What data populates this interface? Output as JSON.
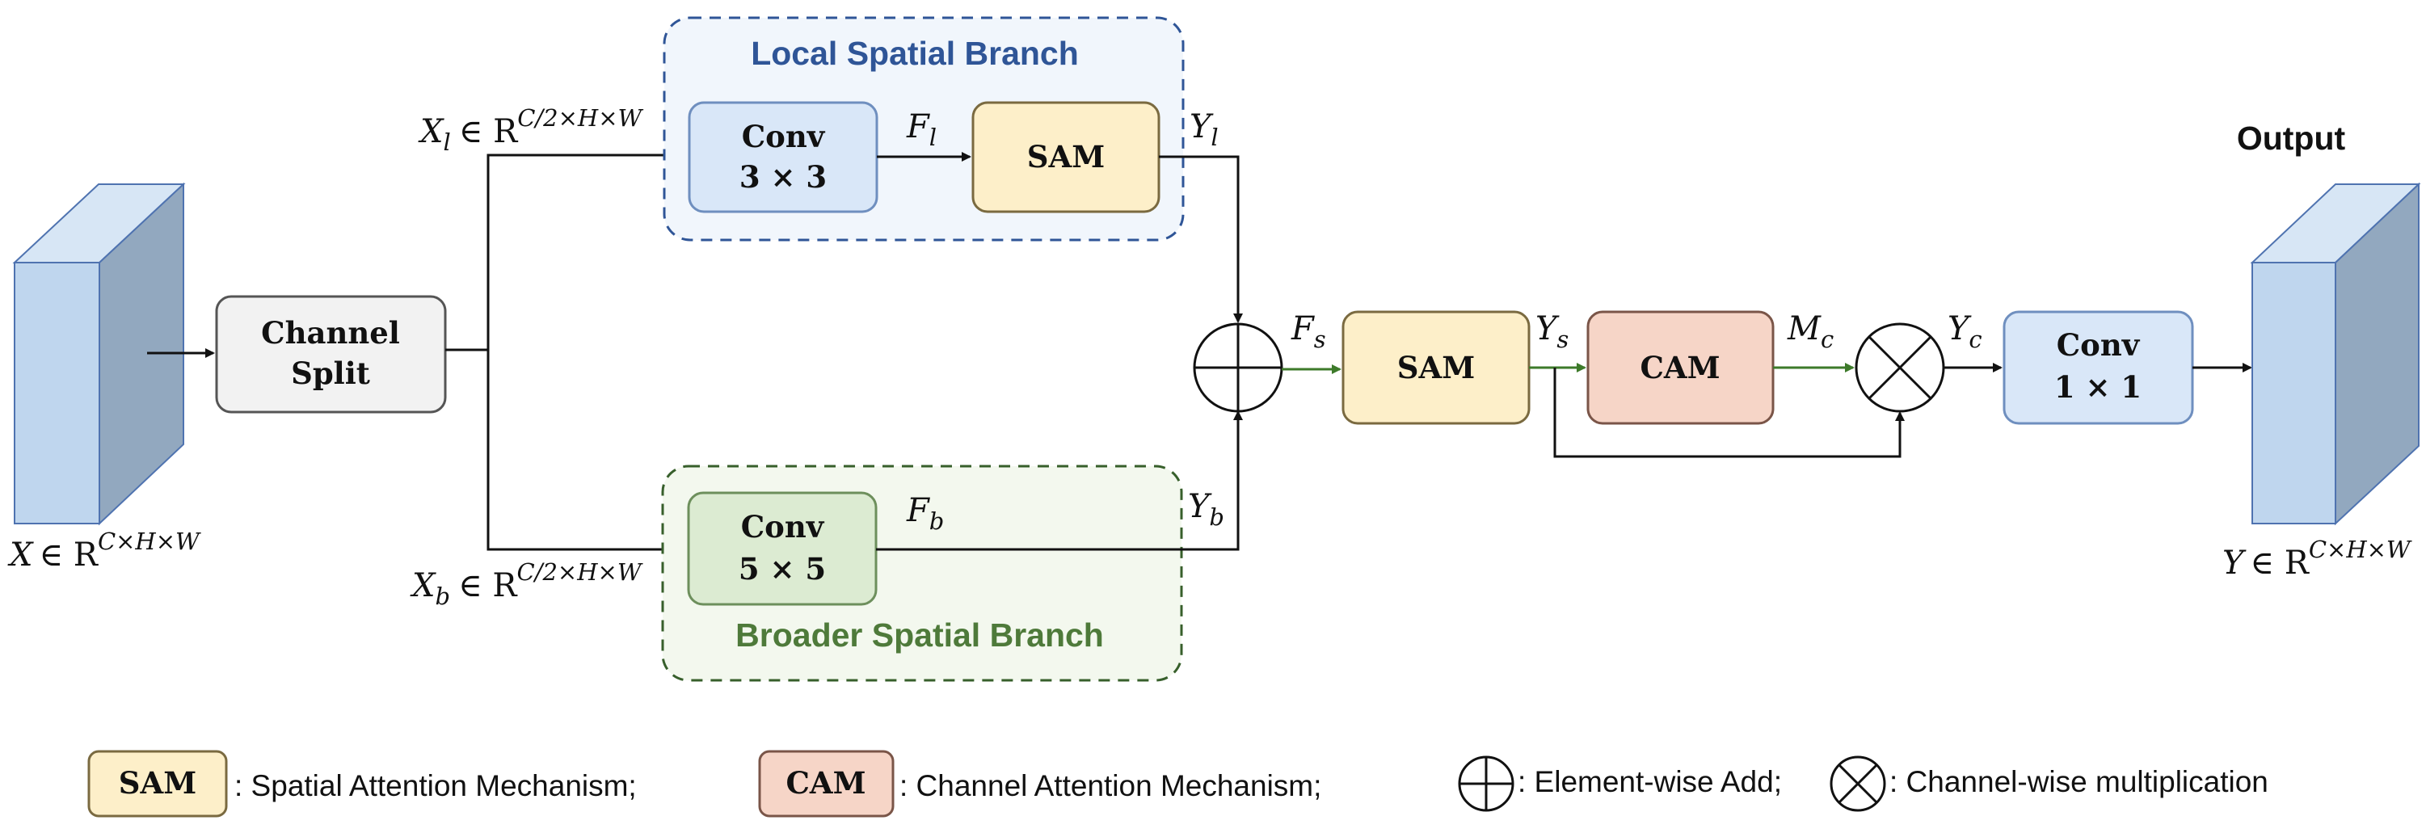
{
  "colors": {
    "cube_front": "#bfd6ee",
    "cube_side": "#92a8bf",
    "cube_top": "#d7e6f5",
    "cube_edge": "#4f73b0",
    "local_branch_border": "#2f5597",
    "local_branch_fill": "#f1f6fc",
    "local_branch_title": "#2f5597",
    "broader_branch_border": "#375f2b",
    "broader_branch_fill": "#f3f8ee",
    "broader_branch_title": "#4e7a3a",
    "conv_blue_fill": "#d9e7f8",
    "conv_blue_border": "#6f8fbf",
    "conv_green_fill": "#dcebd2",
    "conv_green_border": "#6d8f5c",
    "sam_fill": "#fdefc9",
    "sam_border": "#7a6a40",
    "cam_fill": "#f6d5c7",
    "cam_border": "#7a5548",
    "split_fill": "#f2f2f2",
    "split_border": "#555555",
    "arrow_black": "#111111",
    "arrow_green": "#3d7a2a"
  },
  "input": {
    "label_main": "X",
    "label_in": "∈ R",
    "label_sup": "C×H×W"
  },
  "output": {
    "title": "Output",
    "label_main": "Y",
    "label_in": "∈ R",
    "label_sup": "C×H×W"
  },
  "channel_split": {
    "line1": "Channel",
    "line2": "Split"
  },
  "local_branch": {
    "title": "Local Spatial Branch",
    "input_main": "X",
    "input_sub": "l",
    "input_in": "∈ R",
    "input_sup": "C/2×H×W",
    "conv_line1": "Conv",
    "conv_line2": "3 × 3",
    "feature_main": "F",
    "feature_sub": "l",
    "sam_label": "SAM",
    "output_main": "Y",
    "output_sub": "l"
  },
  "broader_branch": {
    "title": "Broader Spatial Branch",
    "input_main": "X",
    "input_sub": "b",
    "input_in": "∈ R",
    "input_sup": "C/2×H×W",
    "conv_line1": "Conv",
    "conv_line2": "5 × 5",
    "feature_main": "F",
    "feature_sub": "b",
    "output_main": "Y",
    "output_sub": "b"
  },
  "fusion": {
    "fs_main": "F",
    "fs_sub": "s",
    "sam_label": "SAM",
    "ys_main": "Y",
    "ys_sub": "s",
    "cam_label": "CAM",
    "mc_main": "M",
    "mc_sub": "c",
    "yc_main": "Y",
    "yc_sub": "c",
    "conv_line1": "Conv",
    "conv_line2": "1 × 1"
  },
  "legend": {
    "sam_key": "SAM",
    "sam_text": ": Spatial Attention Mechanism;",
    "cam_key": "CAM",
    "cam_text": ": Channel Attention Mechanism;",
    "add_text": ": Element-wise Add;",
    "mul_text": ": Channel-wise multiplication"
  }
}
